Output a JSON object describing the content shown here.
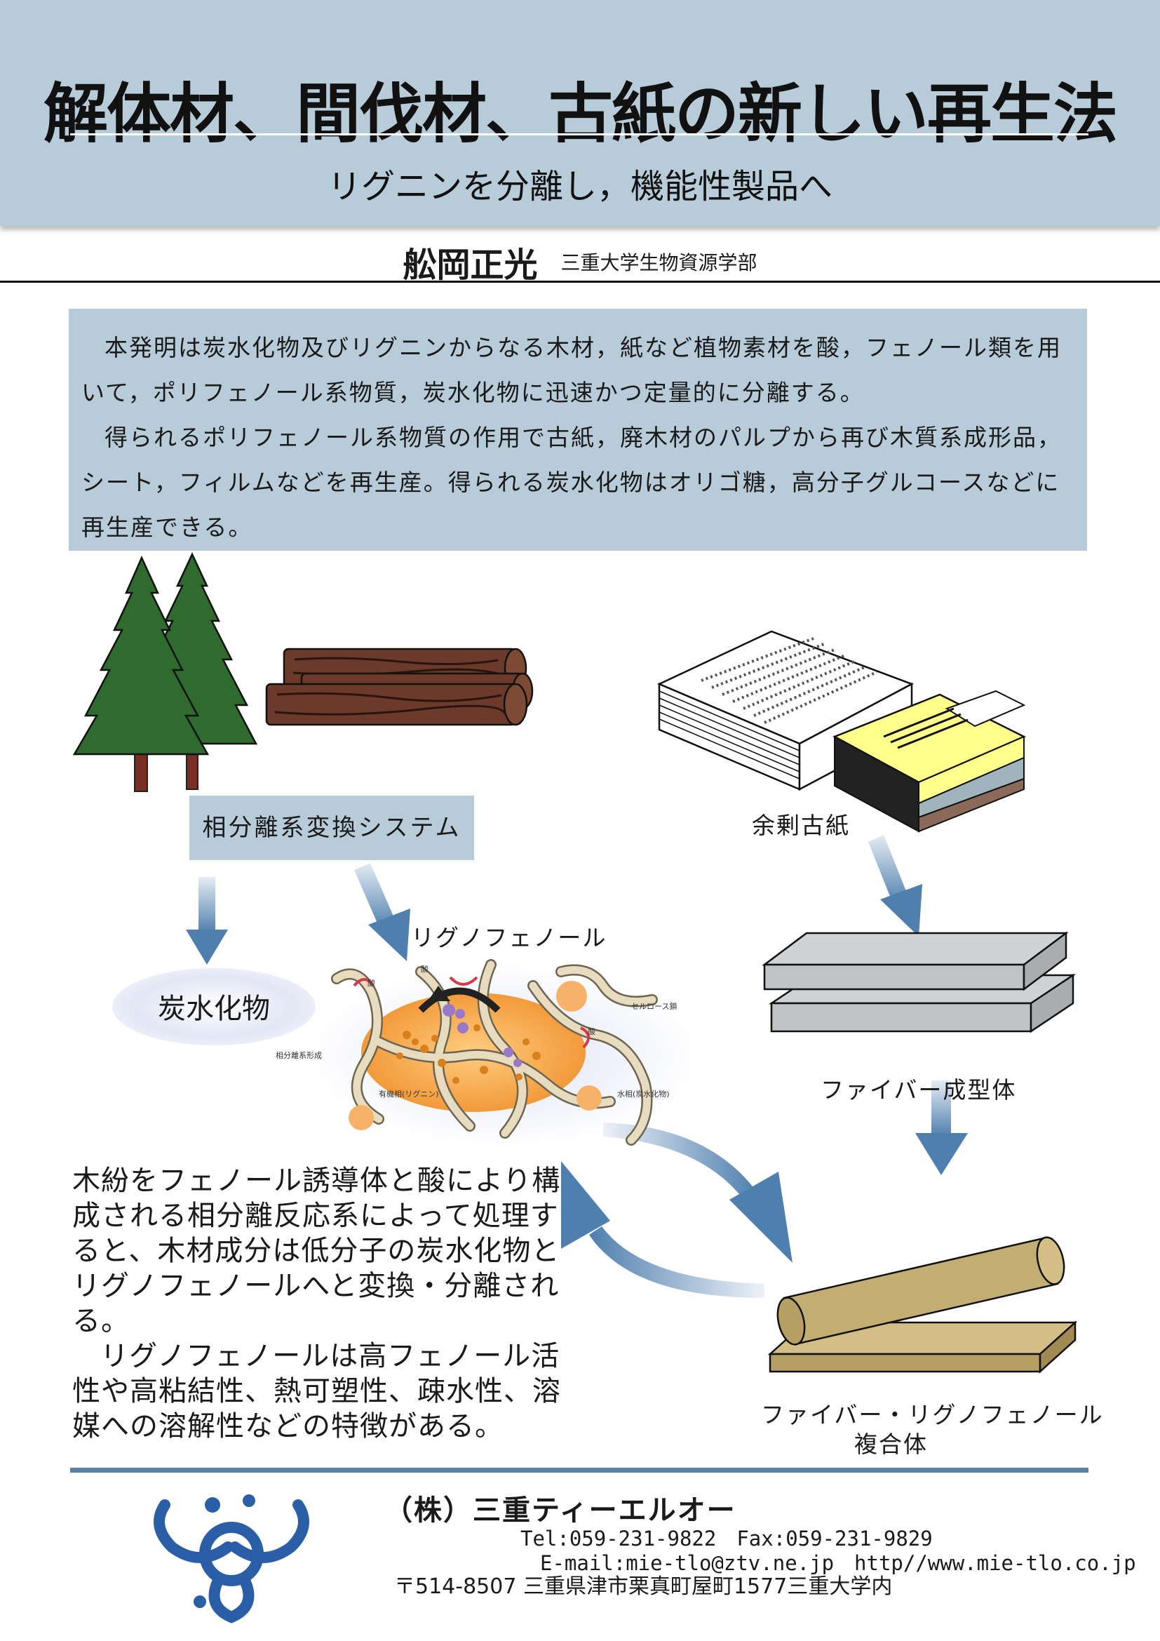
{
  "header": {
    "title": "解体材、間伐材、古紙の新しい再生法",
    "subtitle": "リグニンを分離し，機能性製品へ"
  },
  "author": {
    "name": "舩岡正光",
    "affiliation": "三重大学生物資源学部"
  },
  "summary": {
    "paragraph1": "本発明は炭水化物及びリグニンからなる木材，紙など植物素材を酸，フェノール類を用いて，ポリフェノール系物質，炭水化物に迅速かつ定量的に分離する。",
    "paragraph2": "得られるポリフェノール系物質の作用で古紙，廃木材のパルプから再び木質系成形品，シート，フィルムなどを再生産。得られる炭水化物はオリゴ糖，高分子グルコースなどに再生産できる。"
  },
  "diagram": {
    "system_label": "相分離系変換システム",
    "carbohydrate_label": "炭水化物",
    "lignophenol_label": "リグノフェノール",
    "waste_paper_label": "余剰古紙",
    "fiber_molding_label": "ファイバー成型体",
    "composite_label_line1": "ファイバー・リグノフェノール",
    "composite_label_line2": "複合体",
    "micro": {
      "acid1": "酸",
      "acid2": "酸",
      "acid3": "酸",
      "cellulose_chain": "セルロース鎖",
      "phase_separation": "相分離系形成",
      "organic_phase": "有機相(リグニン)",
      "water_phase": "水相(炭水化物)"
    }
  },
  "body": {
    "paragraph1": "木紛をフェノール誘導体と酸により構成される相分離反応系によって処理すると、木材成分は低分子の炭水化物とリグノフェノールへと変換・分離される。",
    "paragraph2": "リグノフェノールは高フェノール活性や高粘結性、熱可塑性、疎水性、溶媒への溶解性などの特徴がある。"
  },
  "footer": {
    "company": "（株）三重ティーエルオー",
    "tel_fax": "Tel:059-231-9822　Fax:059-231-9829",
    "email_web": "E-mail:mie-tlo@ztv.ne.jp　http//www.mie-tlo.co.jp",
    "address": "〒514-8507 三重県津市栗真町屋町1577三重大学内"
  },
  "colors": {
    "band": "#b7cbd9",
    "arrow": "#4f7fae",
    "tree": "#2f6a2f",
    "log": "#6b3a2a",
    "fiber_board": "#bfc3c6",
    "composite": "#c2ad72",
    "logo": "#2a5fa8"
  }
}
